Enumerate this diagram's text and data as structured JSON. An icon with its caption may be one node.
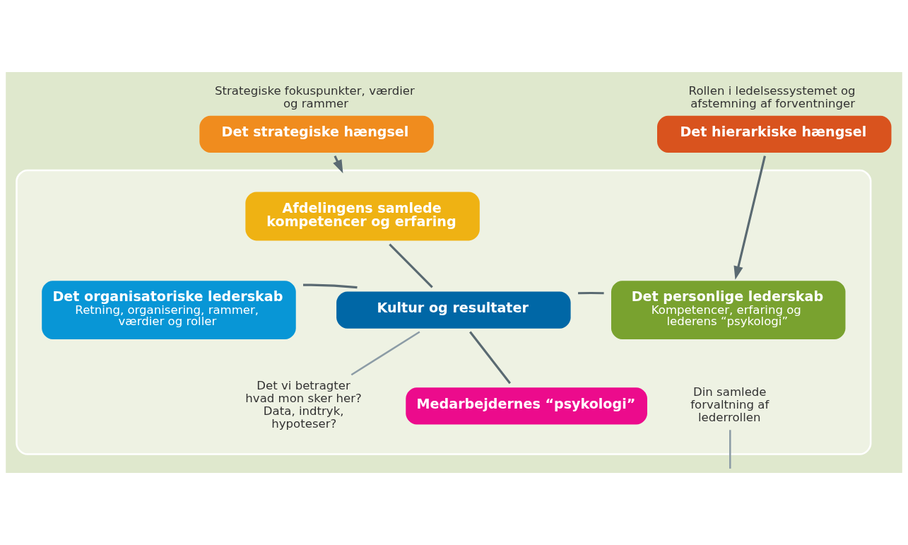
{
  "diagram": {
    "nodes": [
      {
        "text": [
          "Det strategiske hængsel"
        ],
        "beside": [
          "Strategiske fokuspunkter, værdier og rammer"
        ]
      },
      {
        "text": [
          "Det hierarkiske hængsel"
        ],
        "beside": [
          "Rollen i ledelsessystemet og afstemning af forventninger"
        ]
      },
      {
        "text": [],
        "shape": "box"
      },
      {
        "text": [
          "Afdelingens samlede kompetencer og erfaring"
        ],
        "in": 2
      },
      {
        "text": [
          "Det organisatoriske lederskab",
          "Retning, organisering, rammer, værdier og roller"
        ],
        "in": 2
      },
      {
        "text": [
          "Kultur og resultater"
        ],
        "in": 2
      },
      {
        "text": [
          "Det personlige lederskab",
          "Kompetencer, erfaring og lederens “psykologi”"
        ],
        "in": 2
      },
      {
        "text": [
          "Medarbejdernes “psykologi”"
        ],
        "in": 2
      },
      {
        "text": [
          "Det vi betragter hvad mon sker her? Data, indtryk, hypoteser?"
        ],
        "in": 2
      },
      {
        "text": [
          "Din samlede forvaltning af lederrollen"
        ],
        "in": 2
      }
    ],
    "edges": [
      {
        "from": 0,
        "to": 2,
        "arrow": "to"
      },
      {
        "from": 1,
        "to": 6,
        "arrow": "to"
      },
      {
        "from": 3,
        "to": 5,
        "arrow": "none"
      },
      {
        "from": 4,
        "to": 5,
        "arrow": "none"
      },
      {
        "from": 5,
        "to": 6,
        "arrow": "none"
      },
      {
        "from": 5,
        "to": 7,
        "arrow": "none"
      },
      {
        "from": 8,
        "to": 5,
        "arrow": "none",
        "color": "#8c9ca6"
      },
      {
        "from": 9,
        "to": null,
        "arrow": "none",
        "color": "#8c9ca6"
      }
    ]
  }
}
